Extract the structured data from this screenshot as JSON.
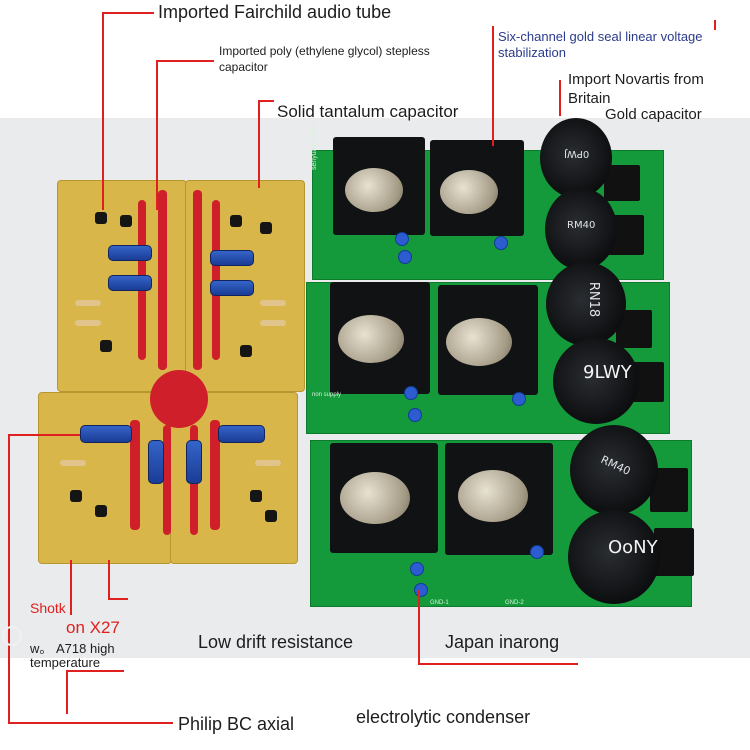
{
  "labels": {
    "fairchild": "Imported Fairchild audio tube",
    "poly_cap_1": "Imported poly (ethylene glycol) stepless",
    "poly_cap_2": "capacitor",
    "tantalum": "Solid tantalum capacitor",
    "six_channel_1": "Six-channel gold seal linear voltage",
    "six_channel_2": "stabilization",
    "novartis_1": "Import Novartis from",
    "novartis_2": "Britain",
    "gold_cap": "Gold capacitor",
    "shotk": "Shotk",
    "on_x27": "on X27",
    "a718_1": "w。 A718 high",
    "a718_2": "temperature",
    "low_drift": "Low drift resistance",
    "japan_inarong": "Japan inarong",
    "philip": "Philip BC axial",
    "electrolytic": "electrolytic condenser"
  },
  "capacitors": [
    "0PWJ",
    "RM40",
    "RN18",
    "9LWY",
    "RM40",
    "OoNY"
  ],
  "board_text": {
    "brand": "senyuan audio",
    "supply": "non supply",
    "gnd1": "GND-1",
    "gnd2": "GND-2"
  },
  "colors": {
    "annotation_line": "#e0201f",
    "yellow_pcb": "#d8b64a",
    "green_pcb": "#149a3b",
    "trace_red": "#cf1f2b"
  }
}
